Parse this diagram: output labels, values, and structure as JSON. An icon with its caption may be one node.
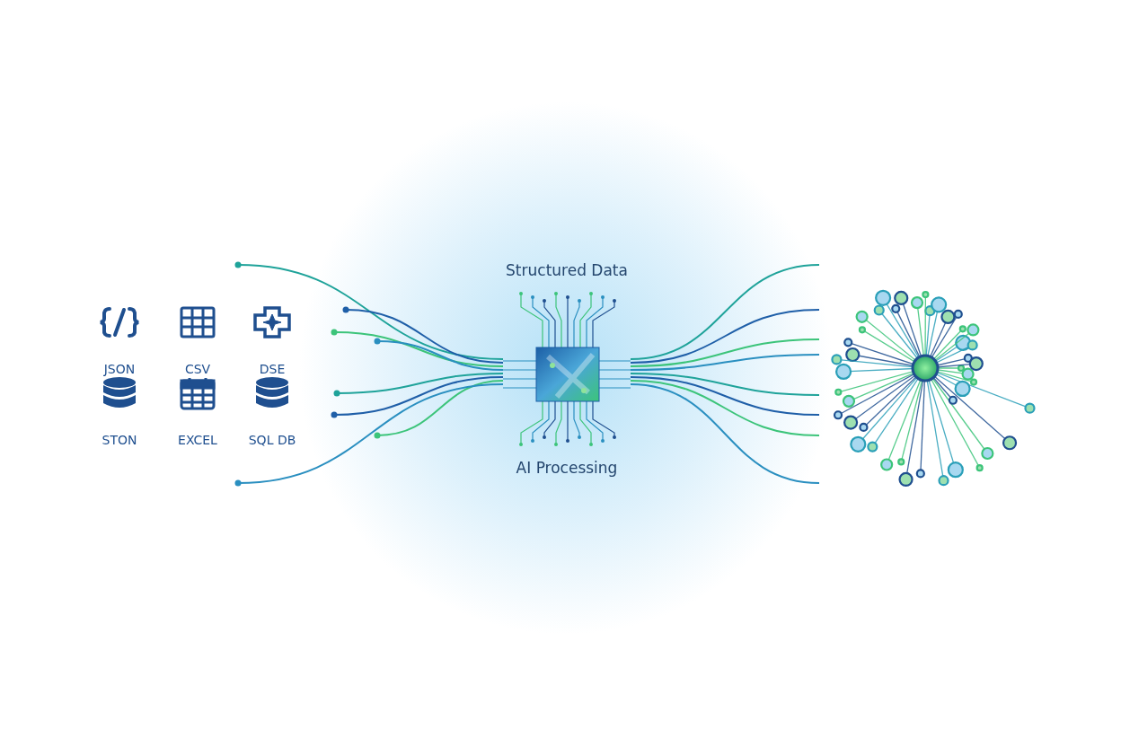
{
  "diagram": {
    "nodes": [
      {
        "text": [
          "JSON"
        ]
      },
      {
        "text": [
          "CSV"
        ]
      },
      {
        "text": [
          "DSE"
        ]
      },
      {
        "text": [
          "STON"
        ]
      },
      {
        "text": [
          "EXCEL"
        ]
      },
      {
        "text": [
          "SQL DB"
        ]
      },
      {
        "text": [
          "Structured Data",
          "AI Processing"
        ]
      },
      {
        "text": [],
        "shape": "picture"
      }
    ],
    "edges": [
      {
        "from": null,
        "to": 6,
        "arrow": "other"
      },
      {
        "from": null,
        "to": 6,
        "arrow": "other"
      },
      {
        "from": null,
        "to": 6,
        "arrow": "other"
      },
      {
        "from": null,
        "to": 6,
        "arrow": "other"
      },
      {
        "from": null,
        "to": 6,
        "arrow": "other"
      },
      {
        "from": null,
        "to": 6,
        "arrow": "other"
      },
      {
        "from": null,
        "to": 6,
        "arrow": "other"
      },
      {
        "from": null,
        "to": 6,
        "arrow": "other"
      },
      {
        "from": 6,
        "to": 7,
        "arrow": "none"
      },
      {
        "from": 6,
        "to": 7,
        "arrow": "none"
      },
      {
        "from": 6,
        "to": 7,
        "arrow": "none"
      },
      {
        "from": 6,
        "to": 7,
        "arrow": "none"
      },
      {
        "from": 6,
        "to": 7,
        "arrow": "none"
      },
      {
        "from": 6,
        "to": 7,
        "arrow": "none"
      },
      {
        "from": 6,
        "to": 7,
        "arrow": "none"
      },
      {
        "from": 6,
        "to": 7,
        "arrow": "none"
      }
    ]
  }
}
